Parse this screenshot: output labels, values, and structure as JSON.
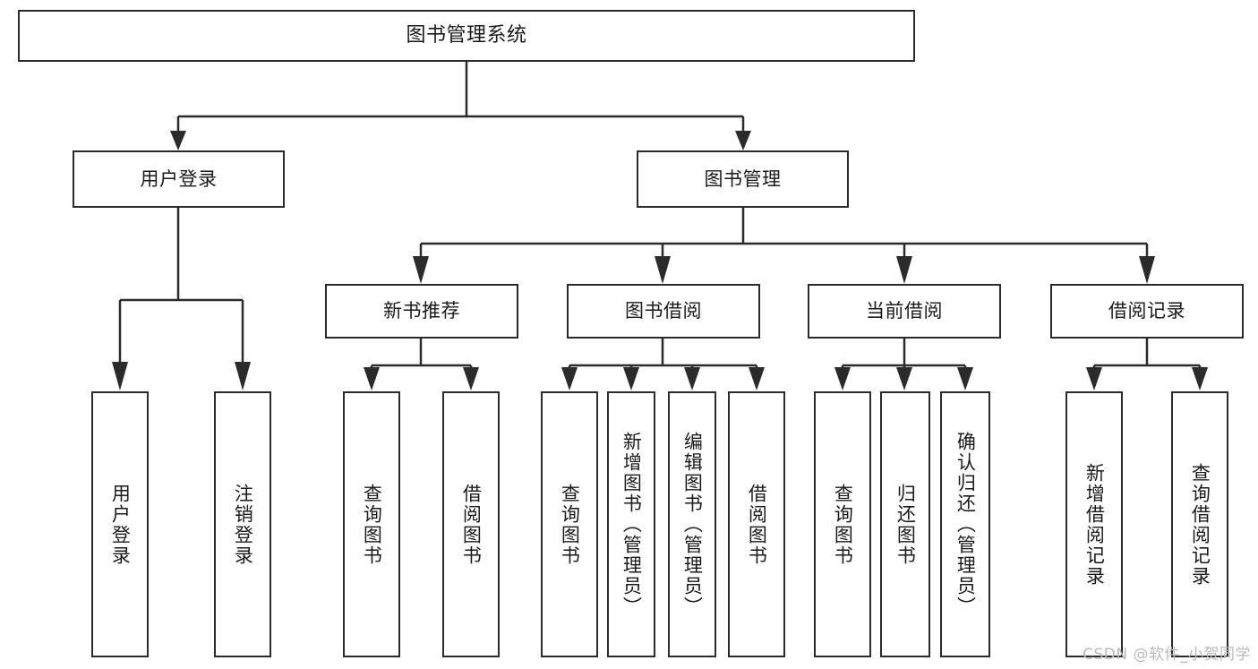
{
  "diagram": {
    "type": "tree-hierarchy",
    "title": "图书管理系统",
    "watermark": "CSDN @软件_小贺同学",
    "colors": {
      "stroke": "#2b2b2b",
      "background": "#ffffff",
      "text": "#1a1a1a",
      "watermark": "#b9b9b9"
    },
    "levels": {
      "level1": [
        "图书管理系统"
      ],
      "level2": [
        "用户登录",
        "图书管理"
      ],
      "level3": [
        "新书推荐",
        "图书借阅",
        "当前借阅",
        "借阅记录"
      ],
      "level4": [
        "用户登录",
        "注销登录",
        "查询图书",
        "借阅图书",
        "查询图书",
        "新增图书（管理员）",
        "编辑图书（管理员）",
        "借阅图书",
        "查询图书",
        "归还图书",
        "确认归还（管理员）",
        "新增借阅记录",
        "查询借阅记录"
      ]
    },
    "nodes": {
      "root": "图书管理系统",
      "user_login": "用户登录",
      "book_manage": "图书管理",
      "new_book_rec": "新书推荐",
      "book_borrow": "图书借阅",
      "current_borrow": "当前借阅",
      "borrow_record": "借阅记录",
      "leaf_user_login": "用户登录",
      "leaf_logout": "注销登录",
      "leaf_query_book_1": "查询图书",
      "leaf_borrow_book_1": "借阅图书",
      "leaf_query_book_2": "查询图书",
      "leaf_add_book_admin": "新增图书（管理员）",
      "leaf_edit_book_admin": "编辑图书（管理员）",
      "leaf_borrow_book_2": "借阅图书",
      "leaf_query_book_3": "查询图书",
      "leaf_return_book": "归还图书",
      "leaf_confirm_return_admin": "确认归还（管理员）",
      "leaf_add_borrow_record": "新增借阅记录",
      "leaf_query_borrow_record": "查询借阅记录"
    }
  }
}
